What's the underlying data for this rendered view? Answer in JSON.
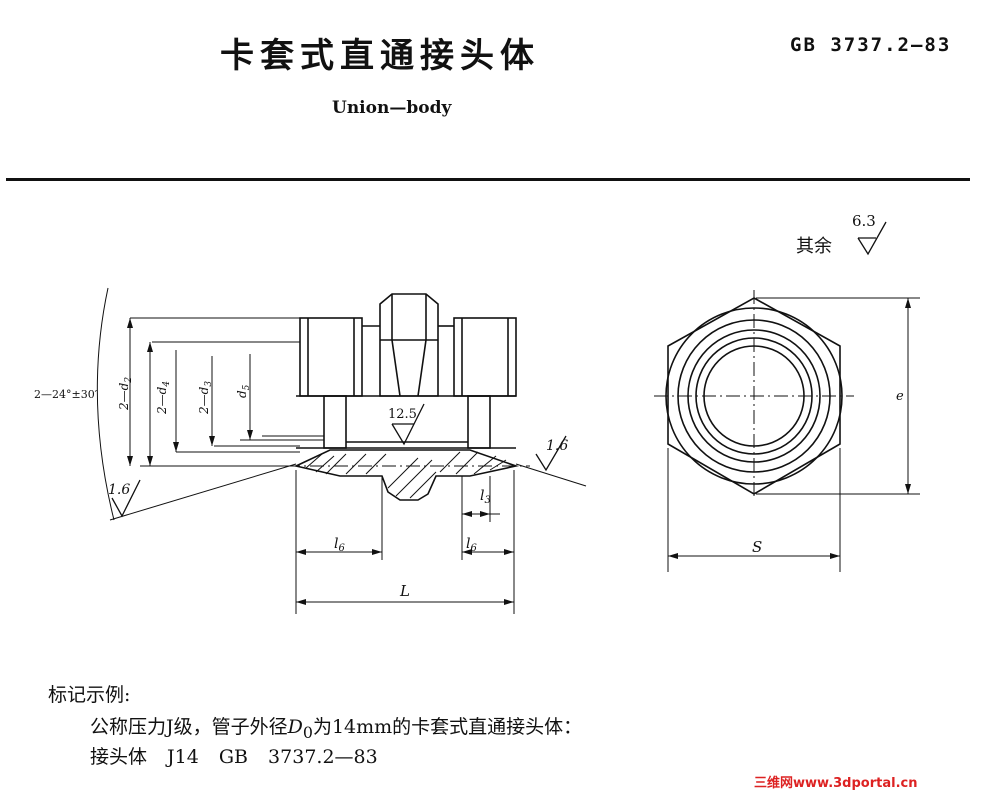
{
  "header": {
    "title_cn": "卡套式直通接头体",
    "standard": "GB 3737.2—83",
    "title_en": "Union—body"
  },
  "drawing": {
    "roughness_note": "其余",
    "roughness_rest": "6.3",
    "roughness_bore": "12.5",
    "roughness_face": "1.6",
    "roughness_cone": "1.6",
    "angle_label": "2—24°±30′",
    "d2": "2—d",
    "d2_sub": "2",
    "d4": "2—d",
    "d4_sub": "4",
    "d3": "2—d",
    "d3_sub": "3",
    "d5": "d",
    "d5_sub": "5",
    "l6_left": "l",
    "l6_right": "l",
    "l6_sub": "6",
    "l3": "l",
    "l3_sub": "3",
    "L": "L",
    "S": "S",
    "e": "e"
  },
  "example": {
    "heading": "标记示例:",
    "line1_a": "公称压力J级，管子外径",
    "line1_var": "D",
    "line1_sub": "0",
    "line1_b": "为14mm的卡套式直通接头体：",
    "line2": "接头体 J14 GB 3737.2—83"
  },
  "watermark": "三维网www.3dportal.cn"
}
